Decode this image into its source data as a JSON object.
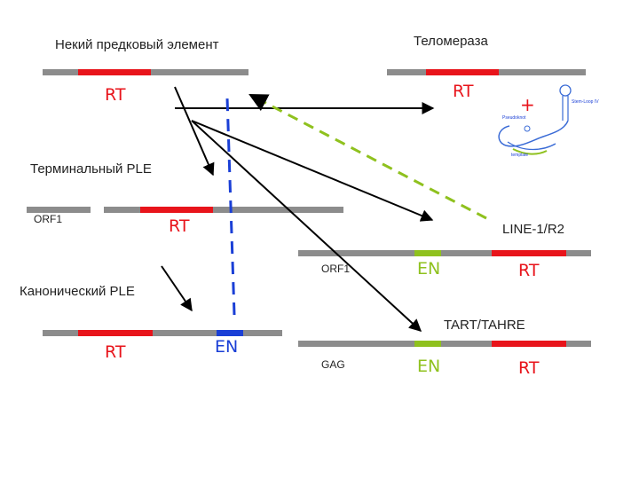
{
  "colors": {
    "bar_gray": "#8c8c8c",
    "rt_red": "#e8141b",
    "en_blue": "#1a3fd6",
    "en_green": "#8fc11e",
    "dash_green": "#8fc11e",
    "dash_blue": "#1a3fd6",
    "arrow": "#000000"
  },
  "labels": {
    "ancestor": "Некий предковый элемент",
    "telomerase": "Теломераза",
    "terminal_ple": "Терминальный PLE",
    "canonical_ple": "Канонический PLE",
    "line1_r2": "LINE-1/R2",
    "tart_tahre": "TART/TAHRE",
    "orf1_terminal": "ORF1",
    "orf1_line": "ORF1",
    "gag": "GAG",
    "rt_ancestor": "RT",
    "rt_telomerase": "RT",
    "rt_terminal": "RT",
    "rt_line": "RT",
    "rt_canonical": "RT",
    "rt_tart": "RT",
    "en_canonical": "EN",
    "en_line": "EN",
    "en_tart": "EN",
    "plus": "+"
  },
  "rna_inset": {
    "pseudoknot": "Pseudoknot",
    "stem_loop": "Stem-Loop IV",
    "template": "template"
  }
}
